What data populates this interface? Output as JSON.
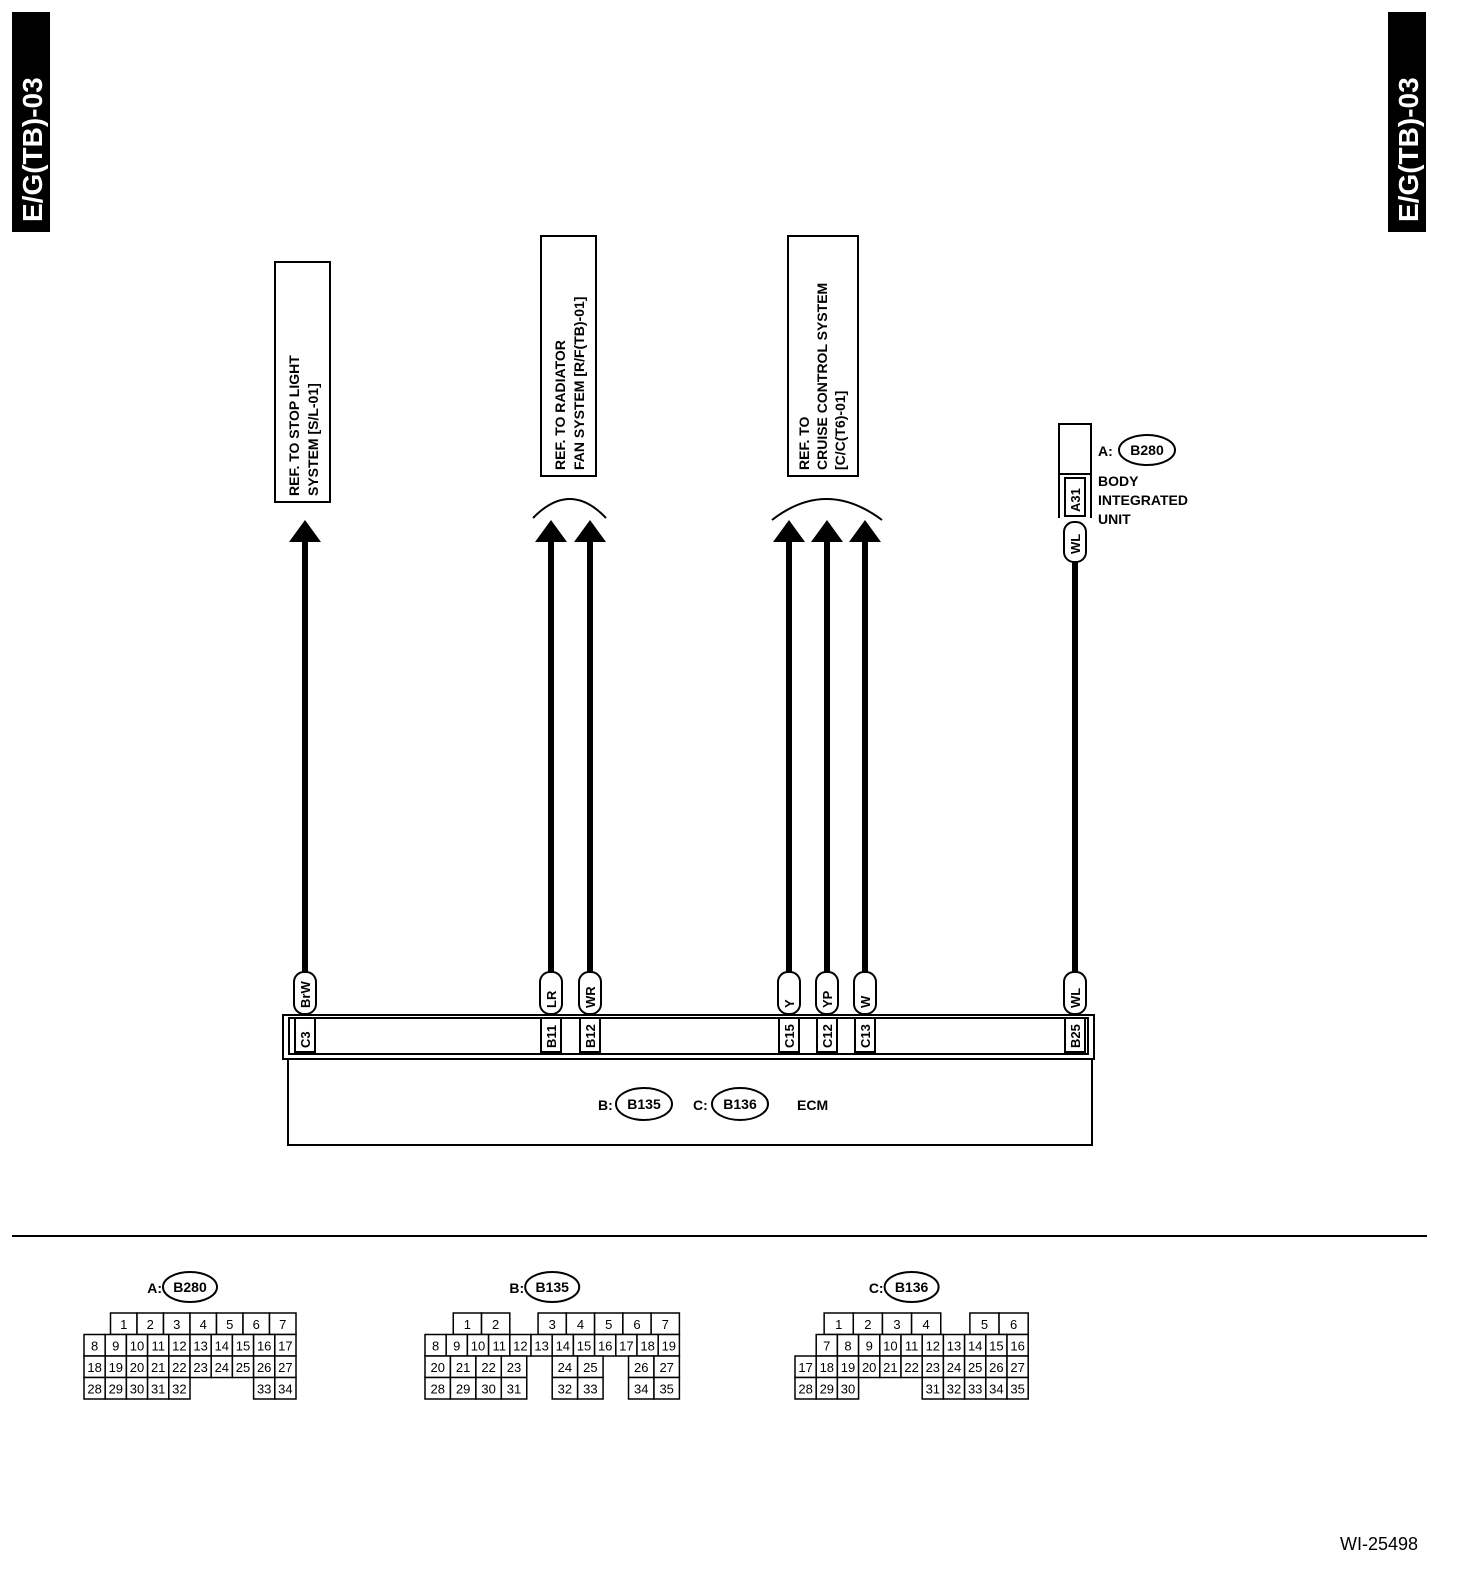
{
  "side_tag": "E/G(TB)-03",
  "ref_boxes": {
    "stop_light": [
      "REF. TO STOP LIGHT",
      "SYSTEM [S/L-01]"
    ],
    "radiator": [
      "REF. TO RADIATOR",
      "FAN SYSTEM [R/F(TB)-01]"
    ],
    "cruise": [
      "REF. TO",
      "CRUISE CONTROL SYSTEM",
      "[C/C(T6)-01]"
    ]
  },
  "wires": [
    {
      "color_code": "BrW",
      "terminal": "C3"
    },
    {
      "color_code": "LR",
      "terminal": "B11"
    },
    {
      "color_code": "WR",
      "terminal": "B12"
    },
    {
      "color_code": "Y",
      "terminal": "C15"
    },
    {
      "color_code": "YP",
      "terminal": "C12"
    },
    {
      "color_code": "W",
      "terminal": "C13"
    },
    {
      "color_code": "WL",
      "terminal": "B25"
    }
  ],
  "body_unit": {
    "prefix": "A:",
    "connector": "B280",
    "name_lines": [
      "BODY",
      "INTEGRATED",
      "UNIT"
    ],
    "terminal": "A31",
    "wire": "WL"
  },
  "ecm": {
    "b_prefix": "B:",
    "b_conn": "B135",
    "c_prefix": "C:",
    "c_conn": "B136",
    "name": "ECM"
  },
  "connector_diagrams": [
    {
      "prefix": "A:",
      "id": "B280",
      "rows": [
        [
          "",
          "1",
          "2",
          "3",
          "4",
          "5",
          "6",
          "7"
        ],
        [
          "8",
          "9",
          "10",
          "11",
          "12",
          "13",
          "14",
          "15",
          "16",
          "17"
        ],
        [
          "18",
          "19",
          "20",
          "21",
          "22",
          "23",
          "24",
          "25",
          "26",
          "27"
        ],
        [
          "28",
          "29",
          "30",
          "31",
          "32",
          "",
          "",
          "",
          "33",
          "34"
        ]
      ]
    },
    {
      "prefix": "B:",
      "id": "B135",
      "rows": [
        [
          "",
          "1",
          "2",
          "",
          "3",
          "4",
          "5",
          "6",
          "7"
        ],
        [
          "8",
          "9",
          "10",
          "11",
          "12",
          "13",
          "14",
          "15",
          "16",
          "17",
          "18",
          "19"
        ],
        [
          "20",
          "21",
          "22",
          "23",
          "",
          "24",
          "25",
          "",
          "26",
          "27"
        ],
        [
          "28",
          "29",
          "30",
          "31",
          "",
          "32",
          "33",
          "",
          "34",
          "35"
        ]
      ]
    },
    {
      "prefix": "C:",
      "id": "B136",
      "rows": [
        [
          "",
          "1",
          "2",
          "3",
          "4",
          "",
          "5",
          "6"
        ],
        [
          "",
          "7",
          "8",
          "9",
          "10",
          "11",
          "12",
          "13",
          "14",
          "15",
          "16"
        ],
        [
          "17",
          "18",
          "19",
          "20",
          "21",
          "22",
          "23",
          "24",
          "25",
          "26",
          "27"
        ],
        [
          "28",
          "29",
          "30",
          "",
          "",
          "",
          "31",
          "32",
          "33",
          "34",
          "35"
        ]
      ]
    }
  ],
  "figure_id": "WI-25498"
}
